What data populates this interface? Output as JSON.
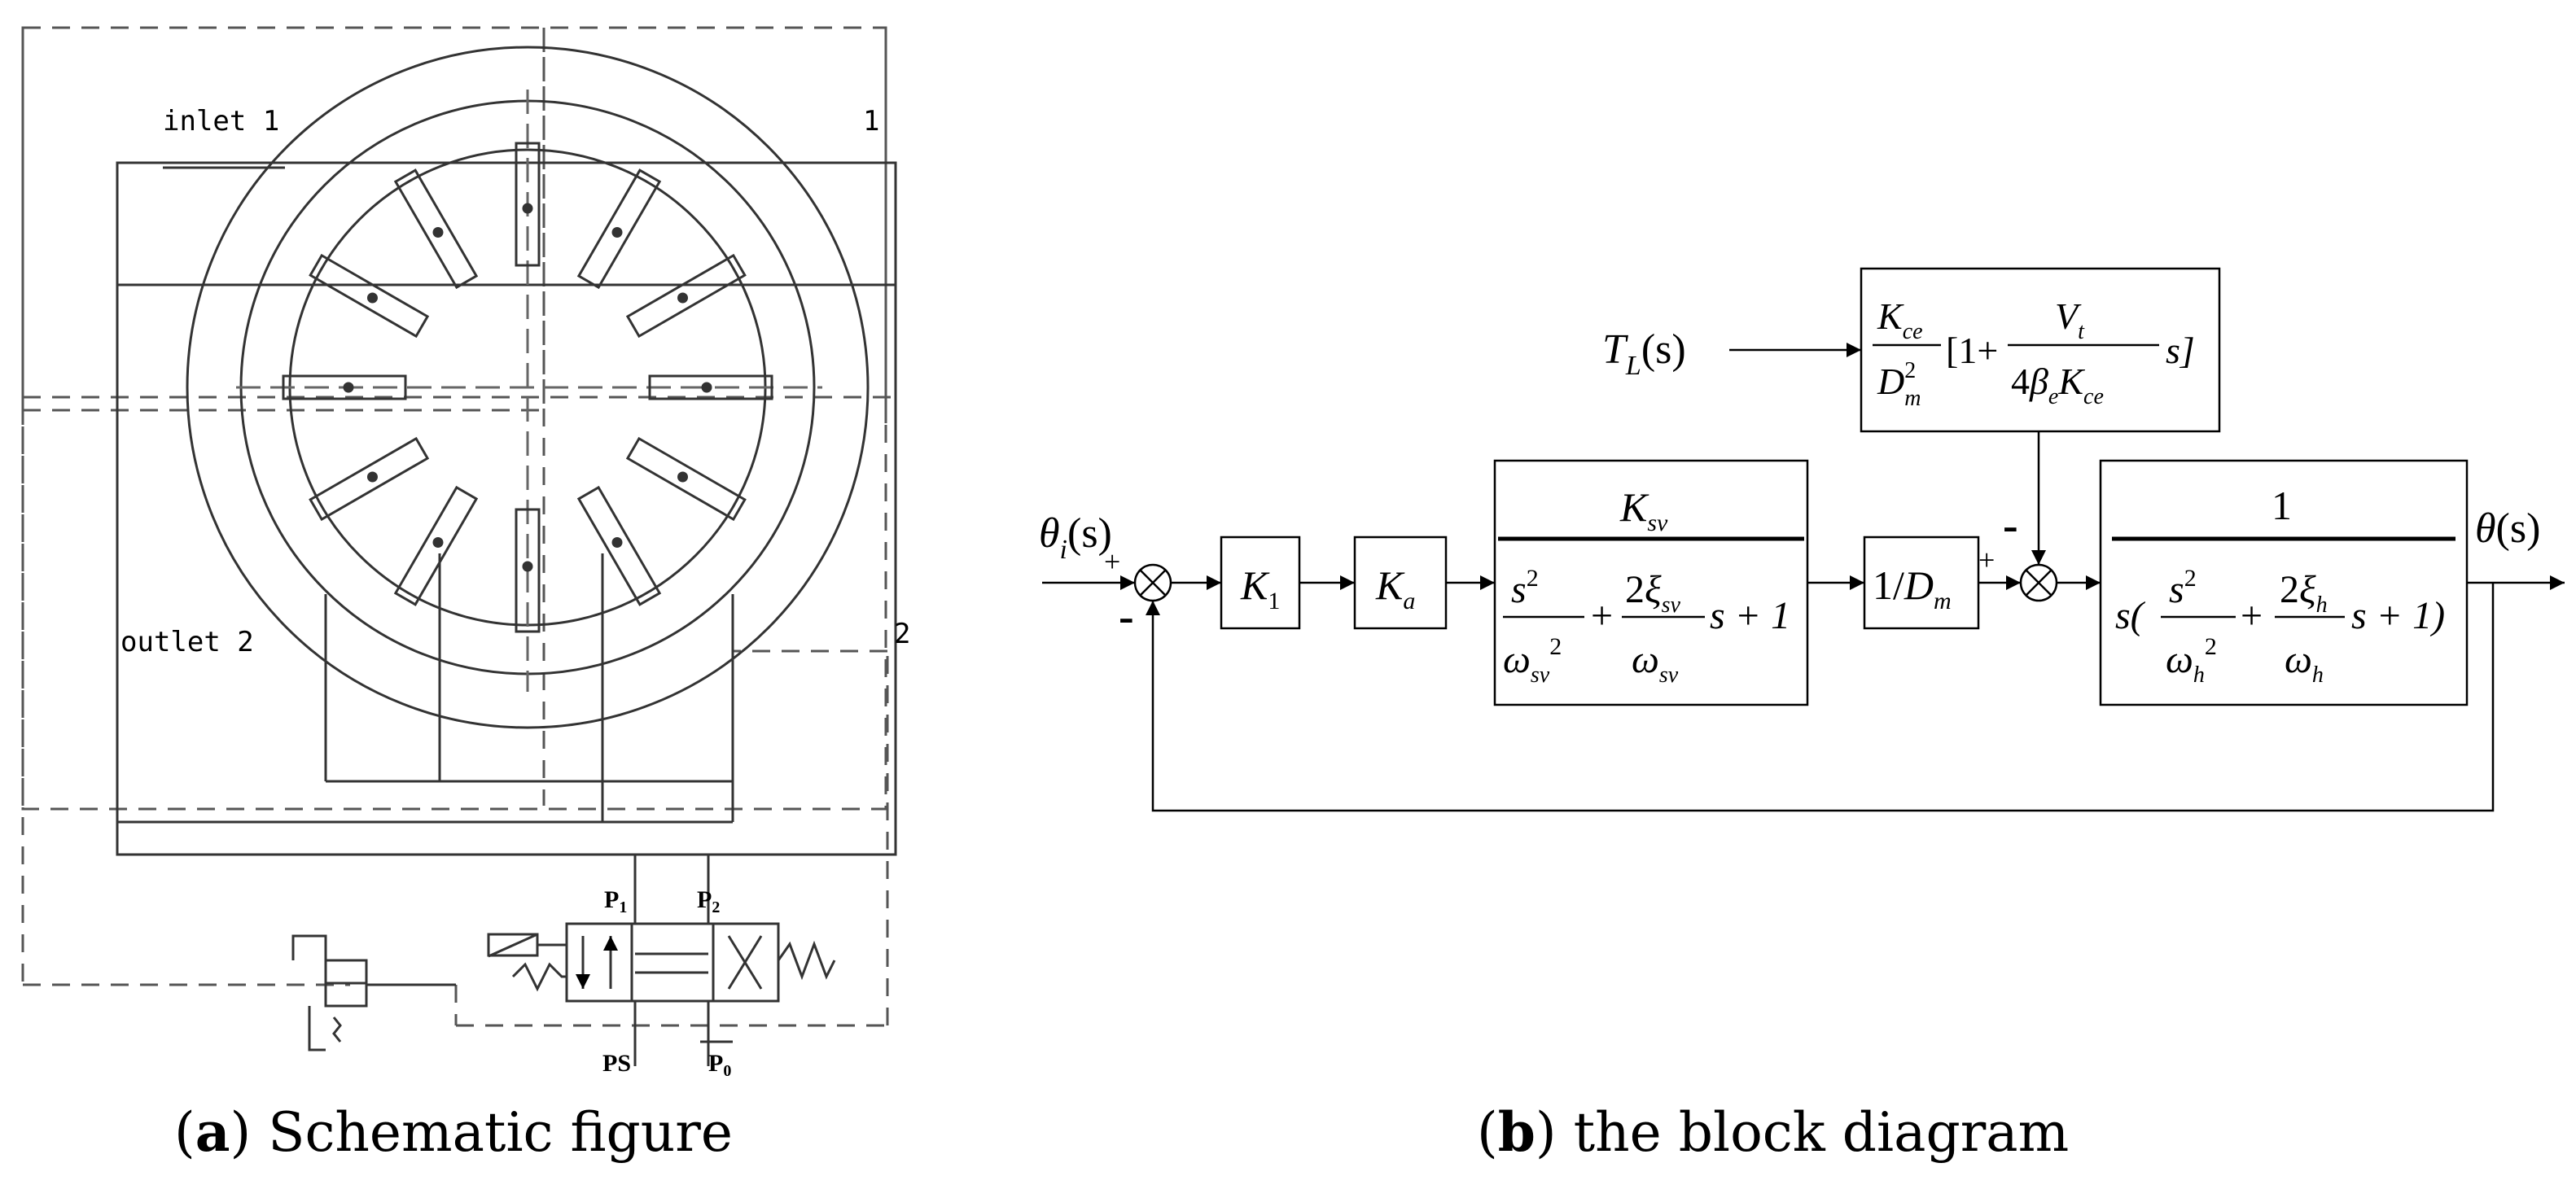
{
  "panel_a": {
    "caption_letter": "a",
    "caption_text": "Schematic figure",
    "labels": {
      "inlet": "inlet 1",
      "inlet_right": "1",
      "outlet": "outlet 2",
      "outlet_right": "2",
      "p1": "P",
      "p1_sub": "1",
      "p2": "P",
      "p2_sub": "2",
      "ps": "PS",
      "p0": "P",
      "p0_sub": "0"
    }
  },
  "panel_b": {
    "caption_letter": "b",
    "caption_text": "the block diagram",
    "input": {
      "main": "θ",
      "sub": "i",
      "arg": "(s)"
    },
    "output": {
      "main": "θ",
      "arg": "(s)"
    },
    "disturbance": {
      "main": "T",
      "sub": "L",
      "arg": "(s)"
    },
    "sum1_signs": {
      "plus": "+",
      "minus": "-"
    },
    "sum2_signs": {
      "plus": "+",
      "minus": "-"
    },
    "sum_symbol": "⊗",
    "blocks": {
      "k1": {
        "main": "K",
        "sub": "1"
      },
      "ka": {
        "main": "K",
        "sub": "a"
      },
      "servo": {
        "num_main": "K",
        "num_sub": "sv",
        "den_s": "s",
        "den_sq": "2",
        "den_omega": "ω",
        "den_omega_sub": "sv",
        "den_omega_sq": "2",
        "plus": "+",
        "den_two": "2",
        "den_xi": "ξ",
        "den_xi_sub": "sv",
        "den_omega2": "ω",
        "den_omega2_sub": "sv",
        "den_tail": "s + 1"
      },
      "inv_dm": {
        "prefix": "1/",
        "main": "D",
        "sub": "m"
      },
      "load": {
        "k": "K",
        "k_sub": "ce",
        "d": "D",
        "d_sup": "2",
        "d_sub": "m",
        "bracket_open": "[1+",
        "v": "V",
        "v_sub": "t",
        "den_prefix": "4",
        "beta": "β",
        "beta_sub": "e",
        "k2": "K",
        "k2_sub": "ce",
        "bracket_close": "s]"
      },
      "plant": {
        "numerator": "1",
        "s_open": "s(",
        "s": "s",
        "s_sq": "2",
        "omega": "ω",
        "omega_sub": "h",
        "omega_sq": "2",
        "plus": "+",
        "two": "2",
        "xi": "ξ",
        "xi_sub": "h",
        "omega2": "ω",
        "omega2_sub": "h",
        "tail": "s + 1)"
      }
    }
  }
}
